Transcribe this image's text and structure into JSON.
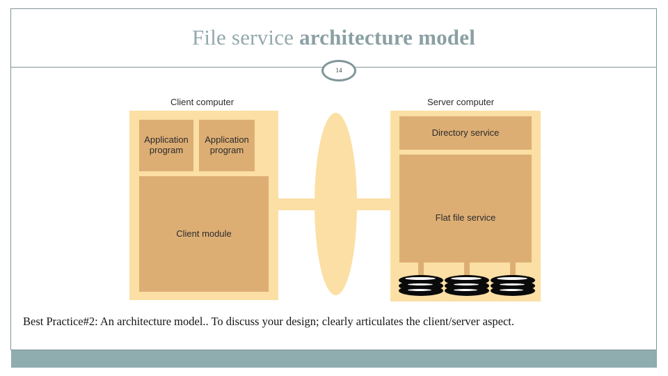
{
  "slide": {
    "title_light": "File service ",
    "title_bold": "architecture model",
    "page_number": "14",
    "footer_note": "Best Practice#2: An architecture model.. To discuss your design; clearly articulates the client/server aspect.",
    "colors": {
      "title": "#93a8ab",
      "rule": "#7f9699",
      "bottom_bar": "#8fadae",
      "chassis_fill": "#fbdfa4",
      "module_fill": "#ddae74",
      "disk": "#0a0a0a",
      "text": "#2b2b2b"
    }
  },
  "diagram": {
    "client": {
      "caption": "Client computer",
      "modules": [
        {
          "label": "Application\nprogram",
          "name": "application-program-1"
        },
        {
          "label": "Application\nprogram",
          "name": "application-program-2"
        },
        {
          "label": "Client module",
          "name": "client-module"
        }
      ]
    },
    "server": {
      "caption": "Server computer",
      "modules": [
        {
          "label": "Directory service",
          "name": "directory-service"
        },
        {
          "label": "Flat file service",
          "name": "flat-file-service"
        }
      ],
      "disks": [
        {
          "name": "disk-1"
        },
        {
          "name": "disk-2"
        },
        {
          "name": "disk-3"
        }
      ]
    },
    "network": {
      "name": "network-ellipse",
      "label": ""
    }
  }
}
